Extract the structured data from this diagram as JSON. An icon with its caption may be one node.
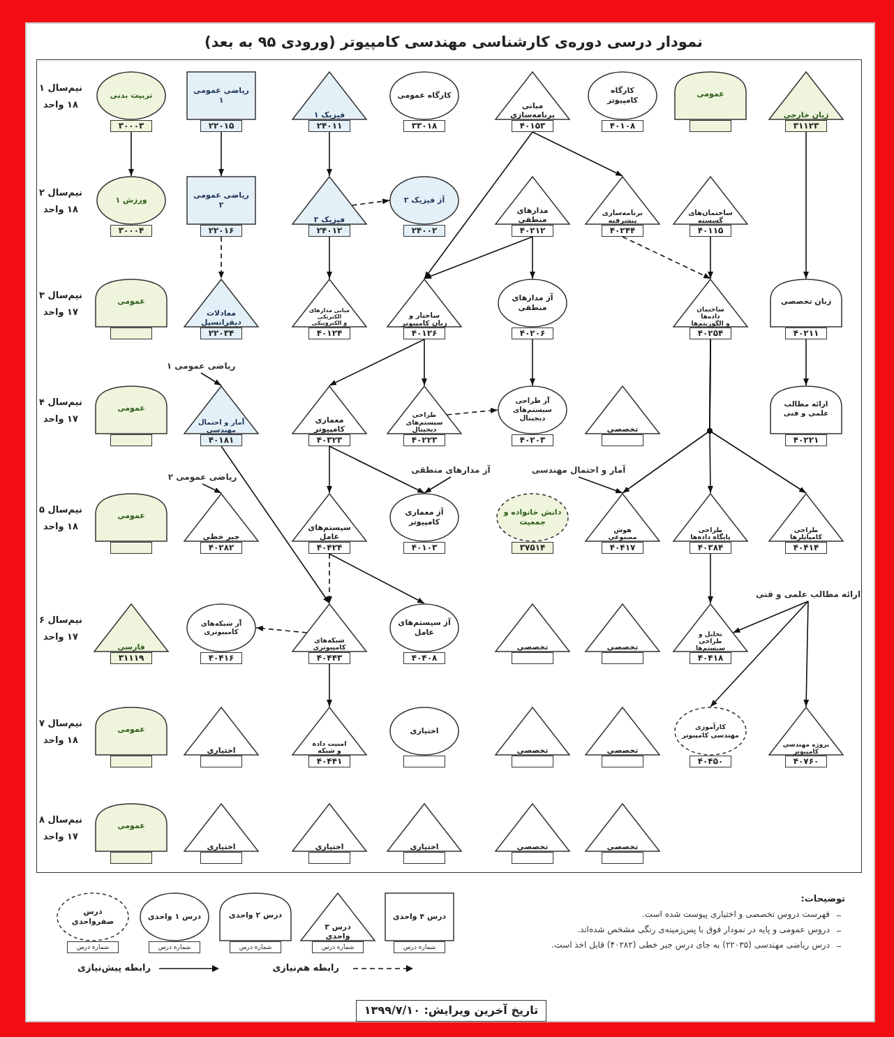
{
  "diagram": {
    "title": "نمودار درسی دوره‌ی کارشناسی مهندسی کامپیوتر (ورودی ۹۵ به بعد)",
    "nodes": [
      {
        "text": [
          "تربیت بدنی",
          "۳۰۰۰۳"
        ]
      },
      {
        "text": [
          "ریاضی عمومی ۱",
          "۲۲۰۱۵"
        ]
      },
      {
        "text": [
          "فیزیک ۱",
          "۲۴۰۱۱"
        ]
      },
      {
        "text": [
          "کارگاه عمومی",
          "۳۳۰۱۸"
        ]
      },
      {
        "text": [
          "مبانی برنامه‌سازی",
          "۴۰۱۵۳"
        ]
      },
      {
        "text": [
          "کارگاه کامپیوتر",
          "۴۰۱۰۸"
        ]
      },
      {
        "text": [
          "عمومی"
        ]
      },
      {
        "text": [
          "زبان خارجی",
          "۳۱۱۲۳"
        ]
      },
      {
        "text": [
          "ورزش ۱",
          "۳۰۰۰۴"
        ]
      },
      {
        "text": [
          "ریاضی عمومی ۲",
          "۲۲۰۱۶"
        ]
      },
      {
        "text": [
          "فیزیک ۲",
          "۲۴۰۱۲"
        ]
      },
      {
        "text": [
          "آز فیزیک ۲",
          "۲۴۰۰۲"
        ]
      },
      {
        "text": [
          "مدارهای منطقی",
          "۴۰۲۱۲"
        ]
      },
      {
        "text": [
          "برنامه‌سازی پیشرفته",
          "۴۰۲۴۴"
        ]
      },
      {
        "text": [
          "ساختمان‌های گسسته",
          "۴۰۱۱۵"
        ]
      },
      {
        "text": [
          "عمومی"
        ]
      },
      {
        "text": [
          "معادلات دیفرانسیل",
          "۲۲۰۳۴"
        ]
      },
      {
        "text": [
          "مبانی مدارهای الکتریکی و الکترونیکی",
          "۴۰۱۲۴"
        ]
      },
      {
        "text": [
          "ساختار و زبان کامپیوتر",
          "۴۰۱۲۶"
        ]
      },
      {
        "text": [
          "آز مدارهای منطقی",
          "۴۰۲۰۶"
        ]
      },
      {
        "text": [
          "ساختمان داده‌ها و الگوریتم‌ها",
          "۴۰۲۵۴"
        ]
      },
      {
        "text": [
          "زبان تخصصی",
          "۴۰۲۱۱"
        ]
      },
      {
        "text": [
          "عمومی"
        ]
      },
      {
        "text": [
          "آمار و احتمال مهندسی",
          "۴۰۱۸۱"
        ]
      },
      {
        "text": [
          "معماری کامپیوتر",
          "۴۰۳۲۳"
        ]
      },
      {
        "text": [
          "طراحی سیستم‌های دیجیتال",
          "۴۰۲۲۳"
        ]
      },
      {
        "text": [
          "آز طراحی سیستم‌های دیجیتال",
          "۴۰۲۰۳"
        ]
      },
      {
        "text": [
          "تخصصی"
        ]
      },
      {
        "text": [
          "ارائه مطالب علمی و فنی",
          "۴۰۲۲۱"
        ]
      },
      {
        "text": [
          "عمومی"
        ]
      },
      {
        "text": [
          "جبر خطی",
          "۴۰۲۸۲"
        ]
      },
      {
        "text": [
          "سیستم‌های عامل",
          "۴۰۴۲۴"
        ]
      },
      {
        "text": [
          "آز معماری کامپیوتر",
          "۴۰۱۰۳"
        ]
      },
      {
        "text": [
          "دانش خانواده و جمعیت",
          "۳۷۵۱۴"
        ]
      },
      {
        "text": [
          "هوش مصنوعی",
          "۴۰۴۱۷"
        ]
      },
      {
        "text": [
          "طراحی پایگاه داده‌ها",
          "۴۰۳۸۴"
        ]
      },
      {
        "text": [
          "طراحی کامپایلرها",
          "۴۰۴۱۴"
        ]
      },
      {
        "text": [
          "فارسی",
          "۳۱۱۱۹"
        ]
      },
      {
        "text": [
          "آز شبکه‌های کامپیوتری",
          "۴۰۴۱۶"
        ]
      },
      {
        "text": [
          "شبکه‌های کامپیوتری",
          "۴۰۴۴۳"
        ]
      },
      {
        "text": [
          "آز سیستم‌های عامل",
          "۴۰۴۰۸"
        ]
      },
      {
        "text": [
          "تخصصی"
        ]
      },
      {
        "text": [
          "تخصصی"
        ]
      },
      {
        "text": [
          "تحلیل و طراحی سیستم‌ها",
          "۴۰۴۱۸"
        ]
      },
      {
        "text": [
          "عمومی"
        ]
      },
      {
        "text": [
          "اختیاری"
        ]
      },
      {
        "text": [
          "امنیت داده و شبکه",
          "۴۰۴۴۱"
        ]
      },
      {
        "text": [
          "اختیاری"
        ]
      },
      {
        "text": [
          "تخصصی"
        ]
      },
      {
        "text": [
          "تخصصی"
        ]
      },
      {
        "text": [
          "کارآموزی مهندسی کامپیوتر",
          "۴۰۴۵۰"
        ]
      },
      {
        "text": [
          "پروژه مهندسی کامپیوتر",
          "۴۰۷۶۰"
        ]
      },
      {
        "text": [
          "عمومی"
        ]
      },
      {
        "text": [
          "اختیاری"
        ]
      },
      {
        "text": [
          "اختیاری"
        ]
      },
      {
        "text": [
          "اختیاری"
        ]
      },
      {
        "text": [
          "تخصصی"
        ]
      },
      {
        "text": [
          "تخصصی"
        ]
      },
      {
        "text": [
          "ریاضی عمومی ۱"
        ]
      },
      {
        "text": [
          "ریاضی عمومی ۲"
        ]
      },
      {
        "text": [
          "آز مدارهای منطقی"
        ]
      },
      {
        "text": [
          "آمار و احتمال مهندسی"
        ]
      },
      {
        "text": [
          "ارائه مطالب علمی و فنی"
        ]
      },
      {
        "text": [
          "تاریخ آخرین ویرایش: ۱۳۹۹/۷/۱۰"
        ]
      }
    ],
    "edges": [
      {
        "from": 0,
        "to": 8,
        "arrow": "to"
      },
      {
        "from": 1,
        "to": 9,
        "arrow": "to"
      },
      {
        "from": 2,
        "to": 10,
        "arrow": "to"
      },
      {
        "from": 9,
        "to": 16,
        "arrow": "to",
        "style": "dashed"
      },
      {
        "from": 10,
        "to": 11,
        "arrow": "to",
        "style": "dashed"
      },
      {
        "from": 10,
        "to": 17,
        "arrow": "to"
      },
      {
        "from": 4,
        "to": 13,
        "arrow": "to"
      },
      {
        "from": 4,
        "to": 18,
        "arrow": "to"
      },
      {
        "from": 12,
        "to": 18,
        "arrow": "to"
      },
      {
        "from": 12,
        "to": 19,
        "arrow": "to"
      },
      {
        "from": 13,
        "to": 20,
        "arrow": "to",
        "style": "dashed"
      },
      {
        "from": 14,
        "to": 20,
        "arrow": "to"
      },
      {
        "from": 7,
        "to": 21,
        "arrow": "to"
      },
      {
        "from": 18,
        "to": 24,
        "arrow": "to"
      },
      {
        "from": 18,
        "to": 25,
        "arrow": "to"
      },
      {
        "from": 25,
        "to": 26,
        "arrow": "to",
        "style": "dashed"
      },
      {
        "from": 19,
        "to": 26,
        "arrow": "to"
      },
      {
        "from": 21,
        "to": 28,
        "arrow": "to"
      },
      {
        "from": 58,
        "to": 23,
        "arrow": "to"
      },
      {
        "from": 20,
        "to": 34,
        "arrow": "to"
      },
      {
        "from": 20,
        "to": 35,
        "arrow": "to"
      },
      {
        "from": 20,
        "to": 36,
        "arrow": "to"
      },
      {
        "from": 24,
        "to": 31,
        "arrow": "to"
      },
      {
        "from": 24,
        "to": 32,
        "arrow": "to"
      },
      {
        "from": 60,
        "to": 32,
        "arrow": "to"
      },
      {
        "from": 59,
        "to": 30,
        "arrow": "to"
      },
      {
        "from": 61,
        "to": 34,
        "arrow": "to"
      },
      {
        "from": 23,
        "to": 39,
        "arrow": "to"
      },
      {
        "from": 31,
        "to": 39,
        "arrow": "to",
        "style": "dashed"
      },
      {
        "from": 31,
        "to": 40,
        "arrow": "to"
      },
      {
        "from": 39,
        "to": 38,
        "arrow": "to",
        "style": "dashed"
      },
      {
        "from": 35,
        "to": 43,
        "arrow": "to"
      },
      {
        "from": 62,
        "to": 43,
        "arrow": "to"
      },
      {
        "from": 62,
        "to": 50,
        "arrow": "to"
      },
      {
        "from": 62,
        "to": 51,
        "arrow": "to"
      },
      {
        "from": 39,
        "to": 46,
        "arrow": "to"
      }
    ],
    "labels": [
      "نیم‌سال ۱",
      "۱۸ واحد",
      "نیم‌سال ۲",
      "۱۸ واحد",
      "نیم‌سال ۳",
      "۱۷ واحد",
      "نیم‌سال ۴",
      "۱۷ واحد",
      "نیم‌سال ۵",
      "۱۸ واحد",
      "نیم‌سال ۶",
      "۱۷ واحد",
      "نیم‌سال ۷",
      "۱۸ واحد",
      "نیم‌سال ۸",
      "۱۷ واحد",
      "توضیحات:",
      "فهرست دروس تخصصی و اختیاری پیوست شده است.",
      "دروس عمومی و پایه در نمودار فوق با پس‌زمینه‌ی رنگی مشخص شده‌اند.",
      "درس ریاضی مهندسی (۲۲۰۳۵) به جای درس جبر خطی (۴۰۲۸۲) قابل اخذ است.",
      "شماره درس",
      "شماره درس",
      "شماره درس",
      "شماره درس",
      "شماره درس"
    ],
    "legend": [
      {
        "text": "درس ۴ واحدی"
      },
      {
        "text": "درس ۳ واحدی"
      },
      {
        "text": "درس ۲ واحدی"
      },
      {
        "text": "درس ۱ واحدی"
      },
      {
        "text": "درس صفرواحدی"
      },
      {
        "text": "رابطه هم‌نیازی"
      },
      {
        "text": "رابطه پیش‌نیازی"
      }
    ]
  }
}
